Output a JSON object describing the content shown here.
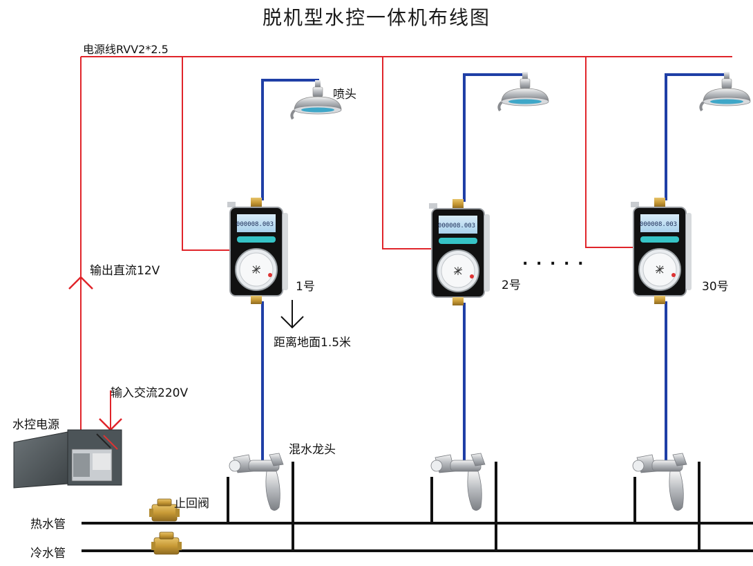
{
  "title": "脱机型水控一体机布线图",
  "labels": {
    "power_line": "电源线RVV2*2.5",
    "dc_output": "输出直流12V",
    "ac_input": "输入交流220V",
    "power_box": "水控电源",
    "shower_head": "喷头",
    "height_note": "距离地面1.5米",
    "mixer_faucet": "混水龙头",
    "check_valve": "止回阀",
    "hot_pipe": "热水管",
    "cold_pipe": "冷水管",
    "ellipsis": ". . . . ."
  },
  "units": [
    {
      "label": "1号",
      "display": "000008.003"
    },
    {
      "label": "2号",
      "display": "000008.003"
    },
    {
      "label": "30号",
      "display": "000008.003"
    }
  ],
  "colors": {
    "power_wire": "#e0242a",
    "water_pipe": "#1f3fa6",
    "main_pipe": "#111111"
  }
}
